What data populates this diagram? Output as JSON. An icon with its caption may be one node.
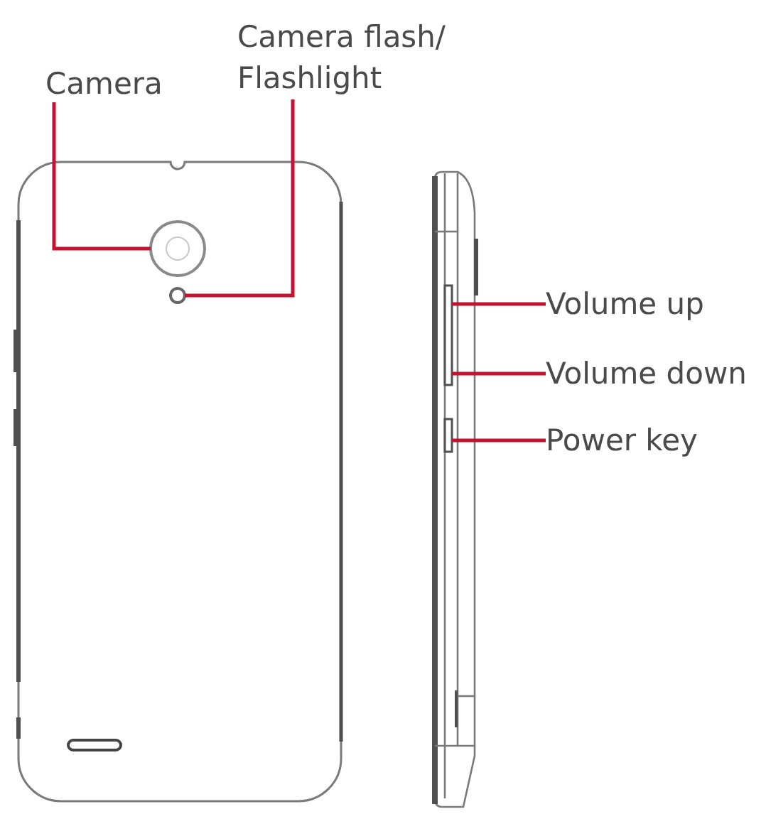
{
  "diagram": {
    "nodes": [
      {
        "text": [
          "Camera"
        ]
      },
      {
        "text": [
          "Camera flash/ Flashlight"
        ]
      },
      {
        "text": [
          "Volume up"
        ]
      },
      {
        "text": [
          "Volume down"
        ]
      },
      {
        "text": [
          "Power key"
        ]
      },
      {
        "text": [],
        "shape": "circle"
      },
      {
        "text": [],
        "shape": "circle"
      },
      {
        "text": [],
        "shape": "bar"
      },
      {
        "text": [],
        "shape": "bar"
      }
    ],
    "edges": [
      {
        "from": 0,
        "to": 5,
        "arrow": "none"
      },
      {
        "from": 1,
        "to": 6,
        "arrow": "none"
      },
      {
        "from": 2,
        "to": 7,
        "arrow": "none"
      },
      {
        "from": 3,
        "to": 7,
        "arrow": "none"
      },
      {
        "from": 4,
        "to": 8,
        "arrow": "none"
      }
    ]
  }
}
